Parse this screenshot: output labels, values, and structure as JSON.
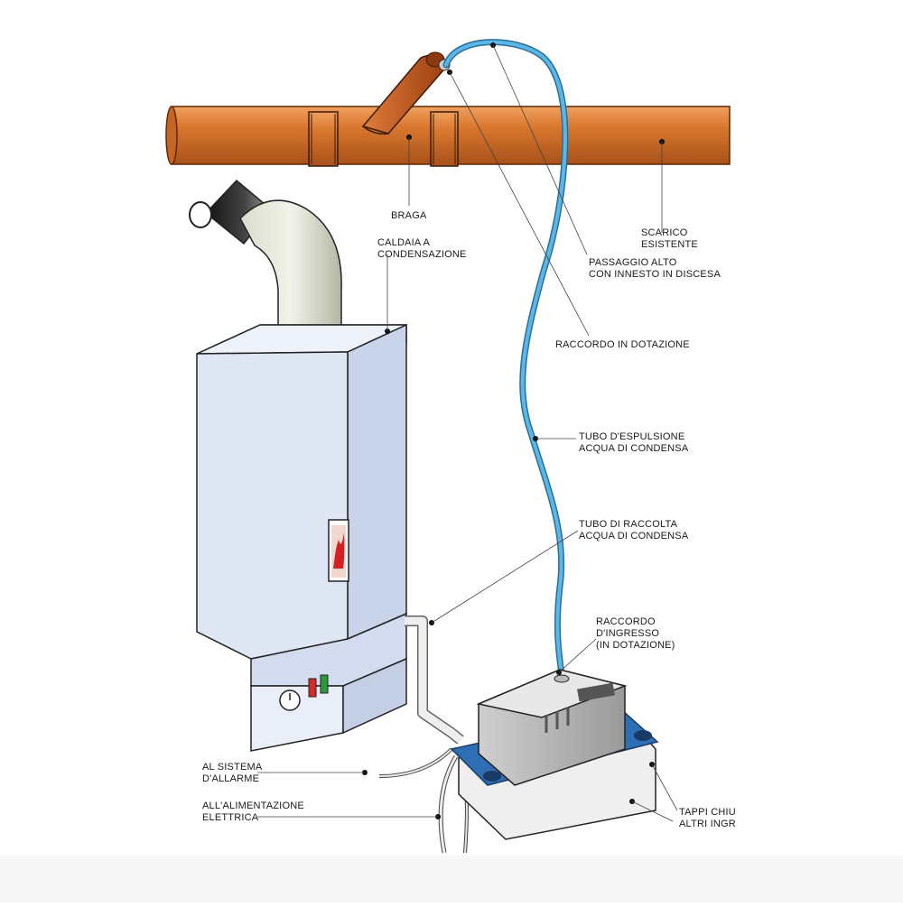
{
  "labels": {
    "braga": "BRAGA",
    "caldaia_1": "CALDAIA A",
    "caldaia_2": "CONDENSAZIONE",
    "scarico_1": "SCARICO",
    "scarico_2": "ESISTENTE",
    "passaggio_1": "PASSAGGIO ALTO",
    "passaggio_2": "CON INNESTO IN DISCESA",
    "raccordo_dotazione": "RACCORDO IN DOTAZIONE",
    "espulsione_1": "TUBO D'ESPULSIONE",
    "espulsione_2": "ACQUA DI CONDENSA",
    "raccolta_1": "TUBO DI RACCOLTA",
    "raccolta_2": "ACQUA DI CONDENSA",
    "ingresso_1": "RACCORDO",
    "ingresso_2": "D'INGRESSO",
    "ingresso_3": "(IN DOTAZIONE)",
    "allarme_1": "AL SISTEMA",
    "allarme_2": "D'ALLARME",
    "alimentazione_1": "ALL'ALIMENTAZIONE",
    "alimentazione_2": "ELETTRICA",
    "tappi_1": "TAPPI CHIU",
    "tappi_2": "ALTRI INGR"
  },
  "colors": {
    "pipe": "#d9782e",
    "pipe_dark": "#a8511a",
    "hose": "#4aa8d8",
    "boiler": "#dfe6f4",
    "pump_base": "#2e6eb5",
    "flame": "#d42020",
    "led_red": "#d42a2a",
    "led_green": "#2a9a3a"
  },
  "icons": [
    "flue-pipe-icon",
    "boiler-icon",
    "pump-icon",
    "drain-pipe-icon"
  ]
}
